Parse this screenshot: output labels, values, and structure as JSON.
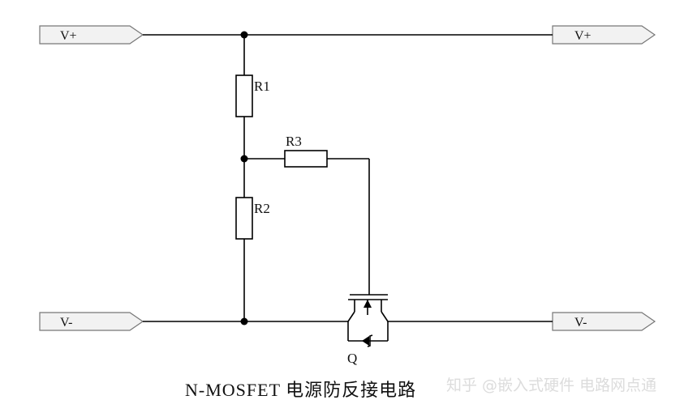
{
  "ports": {
    "top_left": "V+",
    "top_right": "V+",
    "bottom_left": "V-",
    "bottom_right": "V-"
  },
  "components": {
    "r1": "R1",
    "r2": "R2",
    "r3": "R3",
    "q": "Q"
  },
  "caption": "N-MOSFET 电源防反接电路",
  "watermark": "知乎 @嵌入式硬件 电路网点通"
}
